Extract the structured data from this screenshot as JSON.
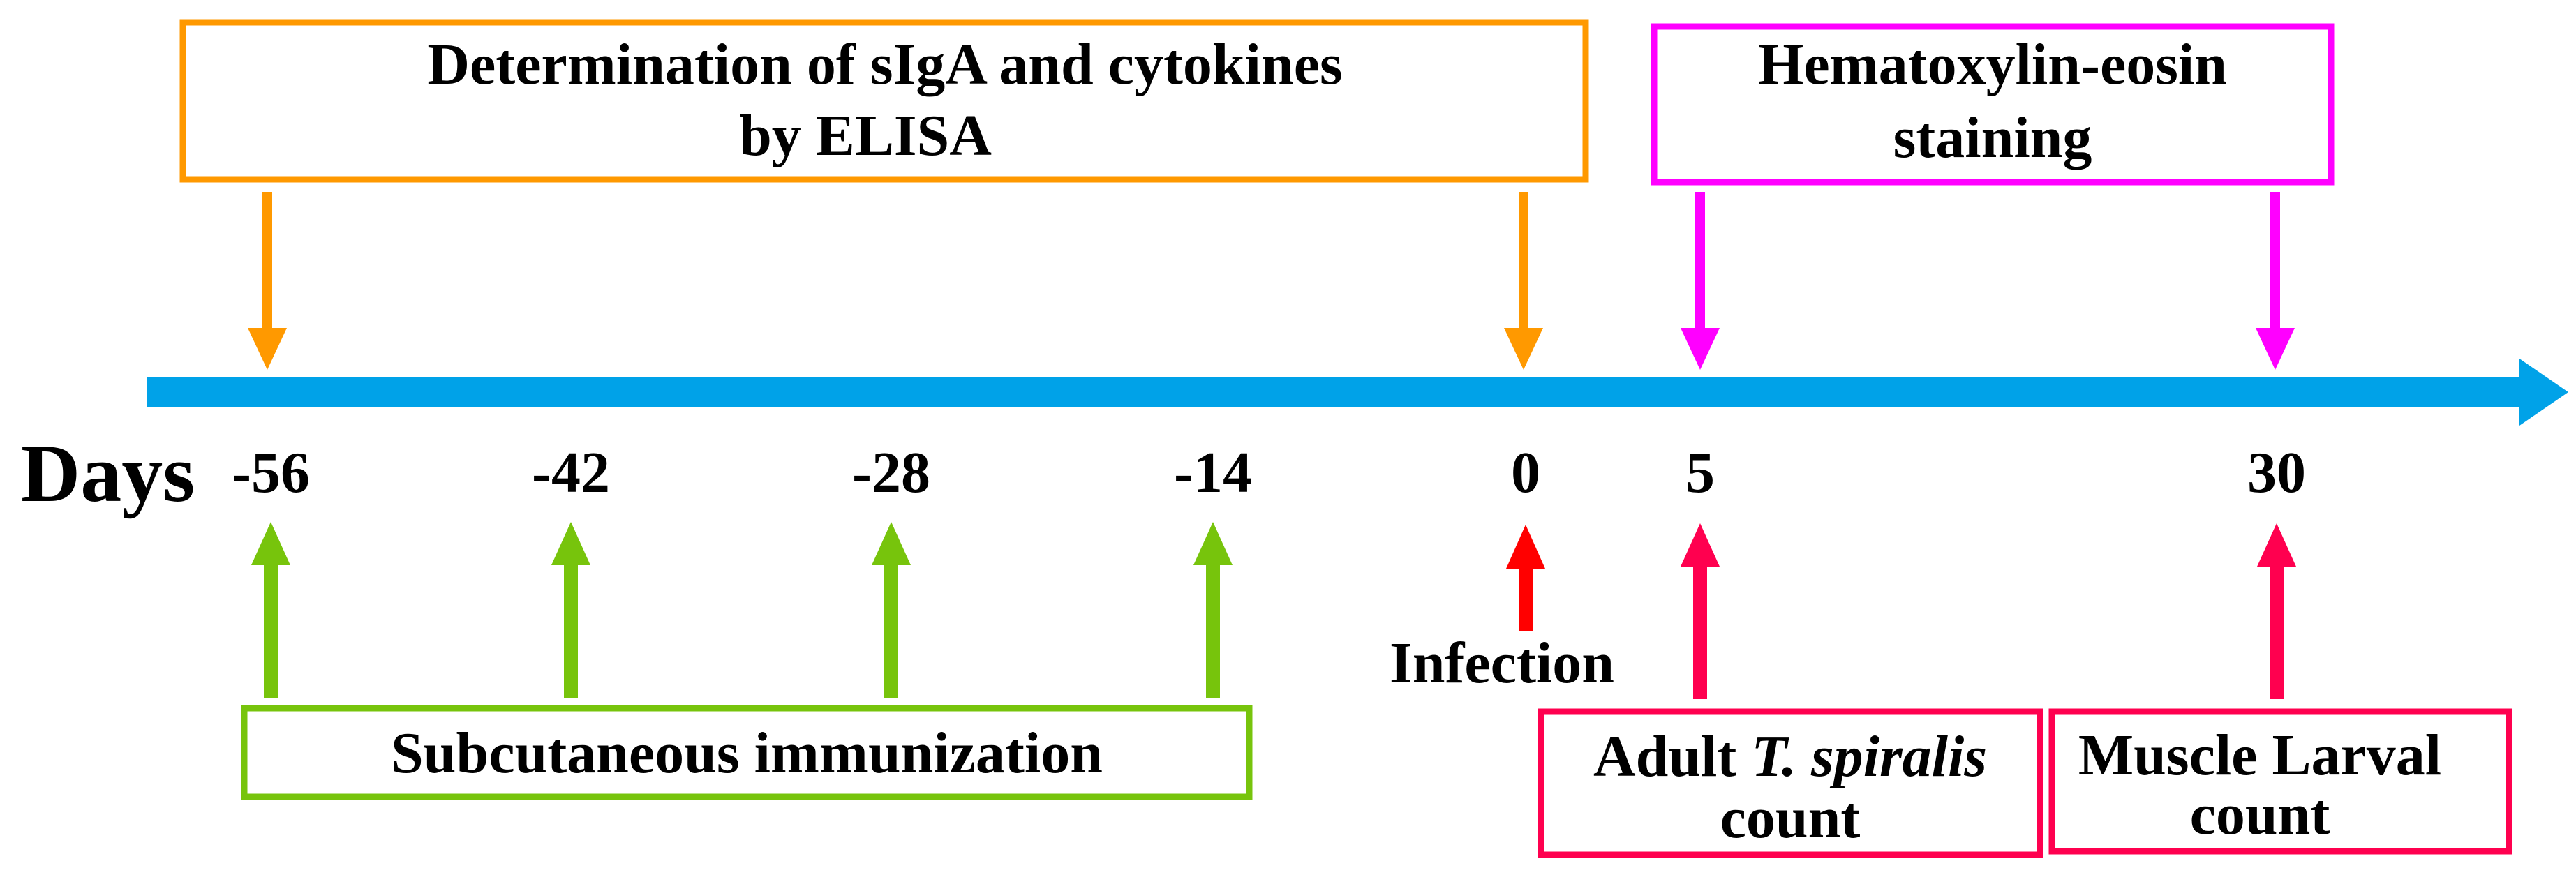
{
  "colors": {
    "timeline": "#00A2E8",
    "elisa": "#FF9900",
    "he": "#FF00FF",
    "immunization": "#77C40C",
    "infection": "#FF0000",
    "count": "#FF004F"
  },
  "axis": {
    "label": "Days",
    "ticks": [
      "-56",
      "-42",
      "-28",
      "-14",
      "0",
      "5",
      "30"
    ]
  },
  "elisa_box": {
    "line1": "Determination of sIgA and cytokines",
    "line2": "by ELISA"
  },
  "he_box": {
    "line1": "Hematoxylin-eosin",
    "line2": "staining"
  },
  "immunization_box": {
    "label": "Subcutaneous immunization"
  },
  "infection": {
    "label": "Infection"
  },
  "adult_box": {
    "prefix": "Adult ",
    "species": "T. spiralis",
    "line2": "count"
  },
  "larva_box": {
    "line1": "Muscle Larval",
    "line2": "count"
  }
}
